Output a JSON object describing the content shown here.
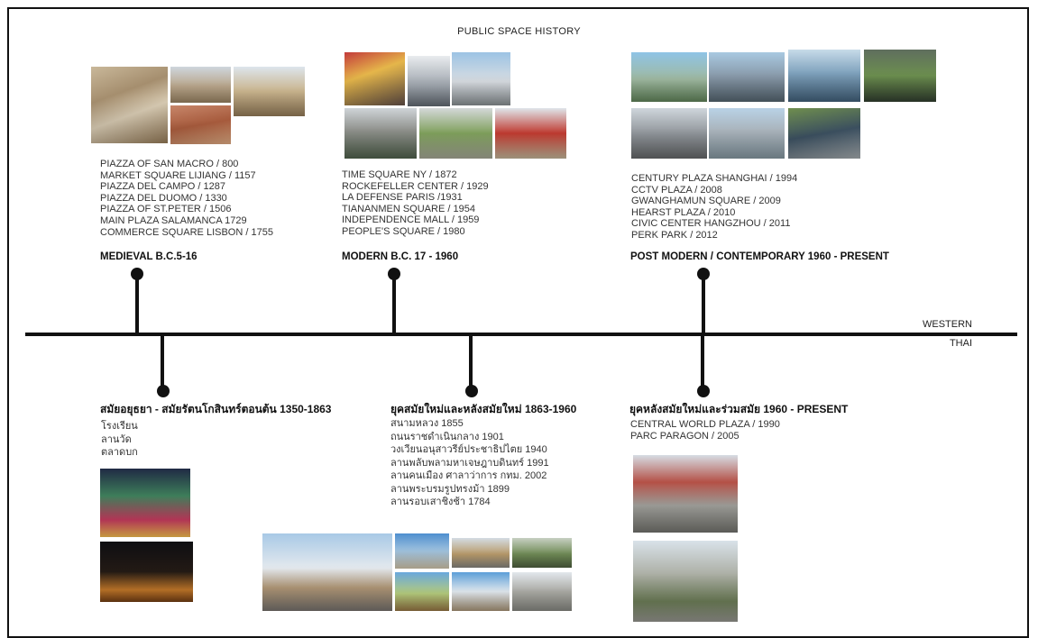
{
  "title": "PUBLIC SPACE HISTORY",
  "axis_labels": {
    "top": "WESTERN",
    "bottom": "THAI"
  },
  "western": {
    "medieval": {
      "label": "MEDIEVAL B.C.5-16",
      "items": [
        "PIAZZA OF SAN MACRO / 800",
        "MARKET SQUARE LIJIANG / 1157",
        "PIAZZA DEL CAMPO / 1287",
        "PIAZZA DEL DUOMO / 1330",
        "PIAZZA OF ST.PETER / 1506",
        "MAIN PLAZA SALAMANCA 1729",
        "COMMERCE SQUARE LISBON / 1755"
      ]
    },
    "modern": {
      "label": "MODERN B.C. 17 - 1960",
      "items": [
        "TIME SQUARE NY / 1872",
        "ROCKEFELLER CENTER / 1929",
        "LA DEFENSE PARIS /1931",
        "TIANANMEN SQUARE / 1954",
        "INDEPENDENCE MALL / 1959",
        "PEOPLE'S SQUARE / 1980"
      ]
    },
    "postmodern": {
      "label": "POST MODERN / CONTEMPORARY 1960 - PRESENT",
      "items": [
        "CENTURY PLAZA SHANGHAI / 1994",
        "CCTV PLAZA / 2008",
        "GWANGHAMUN SQUARE / 2009",
        "HEARST PLAZA / 2010",
        "CIVIC CENTER HANGZHOU / 2011",
        "PERK PARK / 2012"
      ]
    }
  },
  "thai": {
    "ayutthaya": {
      "label": "สมัยอยุธยา - สมัยรัตนโกสินทร์ตอนต้น 1350-1863",
      "items": [
        "โรงเรียน",
        "ลานวัด",
        "ตลาดบก"
      ]
    },
    "modern": {
      "label": "ยุคสมัยใหม่และหลังสมัยใหม่ 1863-1960",
      "items": [
        "สนามหลวง 1855",
        "ถนนราชดำเนินกลาง 1901",
        "วงเวียนอนุสาวรีย์ประชาธิปไตย 1940",
        "ลานพลับพลามหาเจษฎาบดินทร์ 1991",
        "ลานคนเมือง ศาลาว่าการ กทม. 2002",
        "ลานพระบรมรูปทรงม้า 1899",
        "ลานรอบเสาชิงช้า 1784"
      ]
    },
    "contemporary": {
      "label": "ยุคหลังสมัยใหม่และร่วมสมัย 1960 - PRESENT",
      "items": [
        "CENTRAL WORLD PLAZA / 1990",
        "PARC PARAGON / 2005"
      ]
    }
  },
  "colors": {
    "axis": "#111111",
    "text": "#333333"
  }
}
